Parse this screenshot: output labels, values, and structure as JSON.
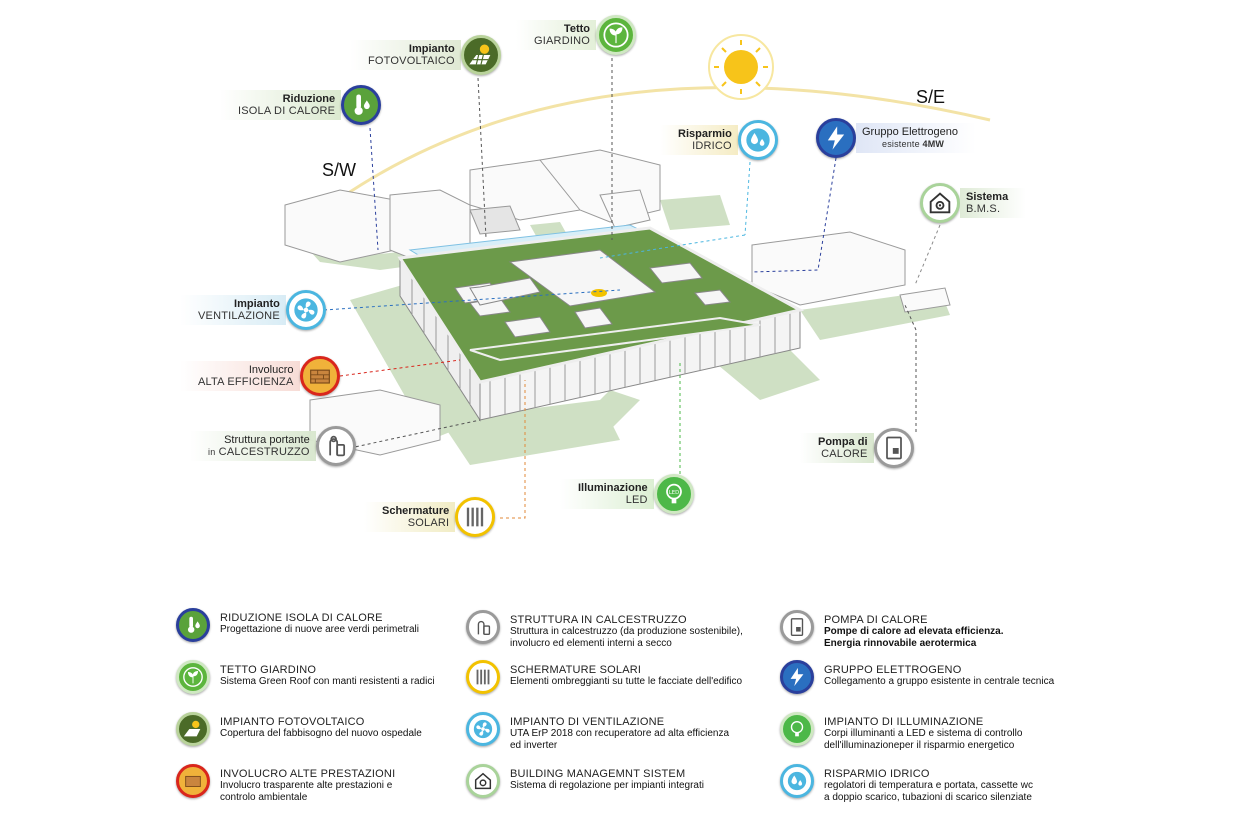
{
  "compass": {
    "sw": "S/W",
    "se": "S/E"
  },
  "callouts": {
    "fotovoltaico": {
      "l1": "Impianto",
      "l2": "FOTOVOLTAICO"
    },
    "giardino": {
      "l1": "Tetto",
      "l2": "GIARDINO"
    },
    "isola": {
      "l1": "Riduzione",
      "l2": "ISOLA DI CALORE"
    },
    "idrico": {
      "l1": "Risparmio",
      "l2": "IDRICO"
    },
    "gruppo": {
      "l1": "Gruppo Elettrogeno",
      "l2": "esistente",
      "l3": "4MW"
    },
    "bms": {
      "l1": "Sistema",
      "l2": "B.M.S."
    },
    "ventilazione": {
      "l1": "Impianto",
      "l2": "VENTILAZIONE"
    },
    "involucro": {
      "l1": "Involucro",
      "l2": "ALTA EFFICIENZA"
    },
    "struttura": {
      "l1": "Struttura portante",
      "l2a": "in",
      "l2": "CALCESTRUZZO"
    },
    "pompa": {
      "l1": "Pompa di",
      "l2": "CALORE"
    },
    "led": {
      "l1": "Illuminazione",
      "l2": "LED"
    },
    "schermature": {
      "l1": "Schermature",
      "l2": "SOLARI"
    }
  },
  "legend": [
    {
      "key": "isola",
      "title": "RIDUZIONE ISOLA DI CALORE",
      "desc": [
        "Progettazione di nuove aree verdi perimetrali"
      ]
    },
    {
      "key": "struttura",
      "title": "STRUTTURA IN CALCESTRUZZO",
      "desc": [
        "Struttura in calcestruzzo (da produzione sostenibile),",
        "involucro ed elementi interni a secco"
      ]
    },
    {
      "key": "pompa",
      "title": "POMPA DI CALORE",
      "desc": [
        "Pompe di calore ad elevata efficienza.",
        "Energia rinnovabile aerotermica"
      ]
    },
    {
      "key": "giardino",
      "title": "TETTO GIARDINO",
      "desc": [
        "Sistema Green Roof con manti resistenti a radici"
      ]
    },
    {
      "key": "schermature",
      "title": "SCHERMATURE SOLARI",
      "desc": [
        "Elementi ombreggianti su tutte le facciate dell'edifico"
      ]
    },
    {
      "key": "gruppo",
      "title": "GRUPPO ELETTROGENO",
      "desc": [
        "Collegamento a gruppo esistente in centrale tecnica"
      ]
    },
    {
      "key": "fotovoltaico",
      "title": "IMPIANTO FOTOVOLTAICO",
      "desc": [
        "Copertura del fabbisogno del nuovo ospedale"
      ]
    },
    {
      "key": "ventilazione",
      "title": "IMPIANTO DI VENTILAZIONE",
      "desc": [
        "UTA ErP 2018 con recuperatore ad alta efficienza",
        "ed inverter"
      ]
    },
    {
      "key": "led",
      "title": "IMPIANTO DI ILLUMINAZIONE",
      "desc": [
        "Corpi illuminanti a LED e sistema di controllo",
        "dell'illuminazioneper il risparmio energetico"
      ]
    },
    {
      "key": "involucro",
      "title": "INVOLUCRO ALTE PRESTAZIONI",
      "desc": [
        "Involucro trasparente alte prestazioni e",
        "controlo ambientale"
      ]
    },
    {
      "key": "bms",
      "title": "BUILDING MANAGEMNT SISTEM",
      "desc": [
        "Sistema di regolazione per impianti integrati"
      ]
    },
    {
      "key": "idrico",
      "title": "RISPARMIO IDRICO",
      "desc": [
        "regolatori di temperatura e portata, cassette wc",
        "a doppio scarico, tubazioni di scarico silenziate"
      ]
    }
  ],
  "colors": {
    "green_roof": "#6c9a4a",
    "light_green": "#cfe0c4",
    "blue_dark": "#2a3f9c",
    "blue_light": "#4bb6e0",
    "red": "#d9261c",
    "yellow": "#f2c200",
    "grey": "#8a8a8a",
    "sun": "#f7c41a"
  },
  "icons": {
    "isola": "thermometer-drop-icon",
    "giardino": "sprout-icon",
    "fotovoltaico": "solar-panel-sun-icon",
    "involucro": "facade-brick-icon",
    "struttura": "concrete-mixer-icon",
    "schermature": "vertical-louvres-icon",
    "ventilazione": "fan-icon",
    "bms": "house-gear-icon",
    "pompa": "heat-pump-icon",
    "gruppo": "lightning-bolt-icon",
    "led": "led-bulb-icon",
    "idrico": "water-drops-icon"
  }
}
